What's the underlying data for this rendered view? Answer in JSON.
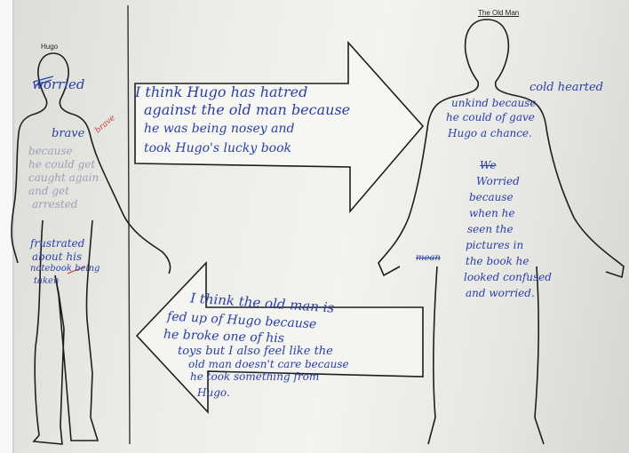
{
  "hugo_figure": {
    "heading": "Hugo",
    "note_worried": "worried",
    "note_brave": "brave",
    "note_because_lines": [
      "because",
      "he could get",
      "caught again",
      "and get",
      "arrested"
    ],
    "note_frustrated_lines": [
      "frustrated",
      "about his",
      "notebook being",
      "taken"
    ],
    "margin_word": "brave"
  },
  "old_man_figure": {
    "heading": "The Old Man",
    "note_cold_hearted": "cold hearted",
    "note_unkind_lines": [
      "unkind because",
      "he could of gave",
      "Hugo a chance."
    ],
    "note_worried_lines": [
      "Worried",
      "because",
      "when he",
      "seen the",
      "pictures in",
      "the book he",
      "looked confused",
      "and worried."
    ],
    "crossed_words": [
      "We",
      "mean"
    ]
  },
  "arrow_right": {
    "lines": [
      "I think Hugo has hatred",
      "against the old man because",
      "he was being nosey and",
      "took Hugo's lucky book"
    ]
  },
  "arrow_left": {
    "lines": [
      "I think the old man is",
      "fed up of Hugo because",
      "he broke one of his",
      "toys but I also feel like the",
      "old man doesn't care because",
      "he took something from",
      "Hugo."
    ]
  },
  "colors": {
    "ink": "#2a3fa8",
    "pencil": "#9a9fb6",
    "outline": "#1e1e1e",
    "correction": "#c83a3a"
  }
}
